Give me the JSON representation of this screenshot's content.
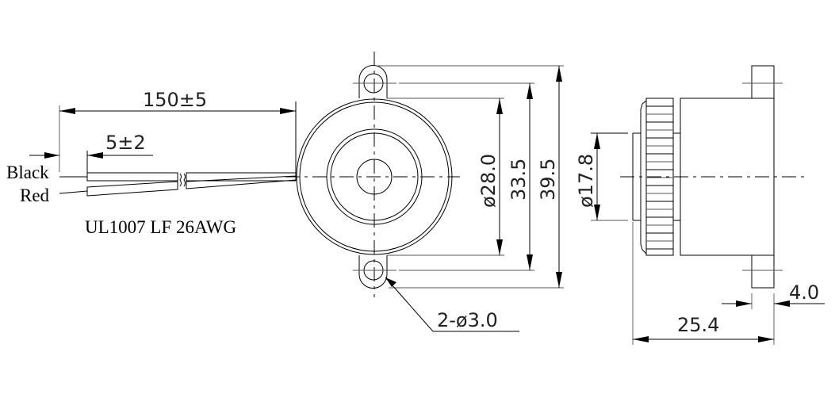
{
  "wires": {
    "black_label": "Black",
    "red_label": "Red",
    "spec": "UL1007 LF 26AWG"
  },
  "dimensions": {
    "lead_length": "150±5",
    "strip_length": "5±2",
    "inner_diameter": "ø28.0",
    "hole_pitch": "33.5",
    "overall_height": "39.5",
    "front_diameter": "ø17.8",
    "mounting_holes": "2-ø3.0",
    "overall_depth": "25.4",
    "tab_thickness": "4.0"
  }
}
